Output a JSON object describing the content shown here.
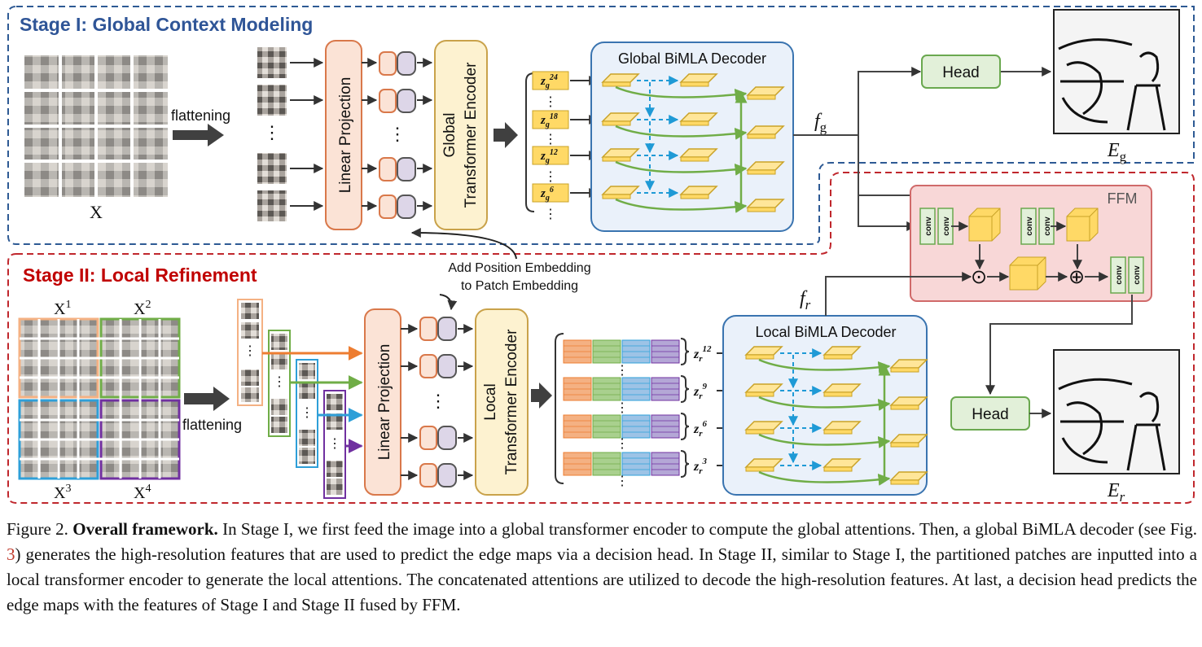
{
  "stage1": {
    "title": "Stage I: Global Context Modeling"
  },
  "stage2": {
    "title": "Stage II: Local Refinement"
  },
  "labels": {
    "flattening": "flattening",
    "x": "X",
    "dots": "⋮",
    "linear_projection": "Linear Projection",
    "global_encoder_1": "Global",
    "global_encoder_2": "Transformer Encoder",
    "local_encoder_1": "Local",
    "local_encoder_2": "Transformer Encoder",
    "global_decoder": "Global BiMLA Decoder",
    "local_decoder": "Local BiMLA Decoder",
    "head": "Head",
    "ffm": "FFM",
    "conv": "conv",
    "pos_embed_1": "Add Position Embedding",
    "pos_embed_2": "to Patch Embedding",
    "fg": "f",
    "fg_sub": "g",
    "fr": "f",
    "fr_sub": "r",
    "eg": "E",
    "eg_sub": "g",
    "er": "E",
    "er_sub": "r",
    "odot": "⊙",
    "oplus": "⊕"
  },
  "quadrants": {
    "x1": "X",
    "x1_sup": "1",
    "x2": "X",
    "x2_sup": "2",
    "x3": "X",
    "x3_sup": "3",
    "x4": "X",
    "x4_sup": "4"
  },
  "global_z": [
    {
      "base": "z",
      "sub": "g",
      "sup": "24"
    },
    {
      "base": "z",
      "sub": "g",
      "sup": "18"
    },
    {
      "base": "z",
      "sub": "g",
      "sup": "12"
    },
    {
      "base": "z",
      "sub": "g",
      "sup": "6"
    }
  ],
  "local_z": [
    {
      "base": "z",
      "sub": "r",
      "sup": "12"
    },
    {
      "base": "z",
      "sub": "r",
      "sup": "9"
    },
    {
      "base": "z",
      "sub": "r",
      "sup": "6"
    },
    {
      "base": "z",
      "sub": "r",
      "sup": "3"
    }
  ],
  "caption": {
    "prefix": "Figure 2. ",
    "bold": "Overall framework.",
    "text1": " In Stage I, we first feed the image into a global transformer encoder to compute the global attentions. Then, a global BiMLA decoder (see Fig. ",
    "ref": "3",
    "text2": ") generates the high-resolution features that are used to predict the edge maps via a decision head. In Stage II, similar to Stage I, the partitioned patches are inputted into a local transformer encoder to generate the local attentions. The concatenated attentions are utilized to decode the high-resolution features. At last, a decision head predicts the edge maps with the features of Stage I and Stage II fused by FFM."
  },
  "colors": {
    "stage1_border": "#2e5a94",
    "stage2_border": "#c0272d",
    "stage1_title": "#2f5597",
    "stage2_title": "#c00000",
    "proj_fill": "#fbe3d6",
    "proj_stroke": "#d9784a",
    "enc_fill": "#fdf2d0",
    "enc_stroke": "#c9a24a",
    "dec_fill": "#eaf1fa",
    "dec_stroke": "#3a74b0",
    "head_fill": "#e2f0d9",
    "head_stroke": "#6aa84f",
    "ffm_fill": "#f8d7d7",
    "ffm_stroke": "#d06a6a",
    "feat_fill": "#ffd966",
    "feat_stroke": "#c9a227",
    "green_arrow": "#70ad47",
    "blue_arrow": "#1f9ad6",
    "orange": "#ed7d31",
    "green": "#70ad47",
    "blue": "#2e9fd8",
    "purple": "#7030a0"
  }
}
